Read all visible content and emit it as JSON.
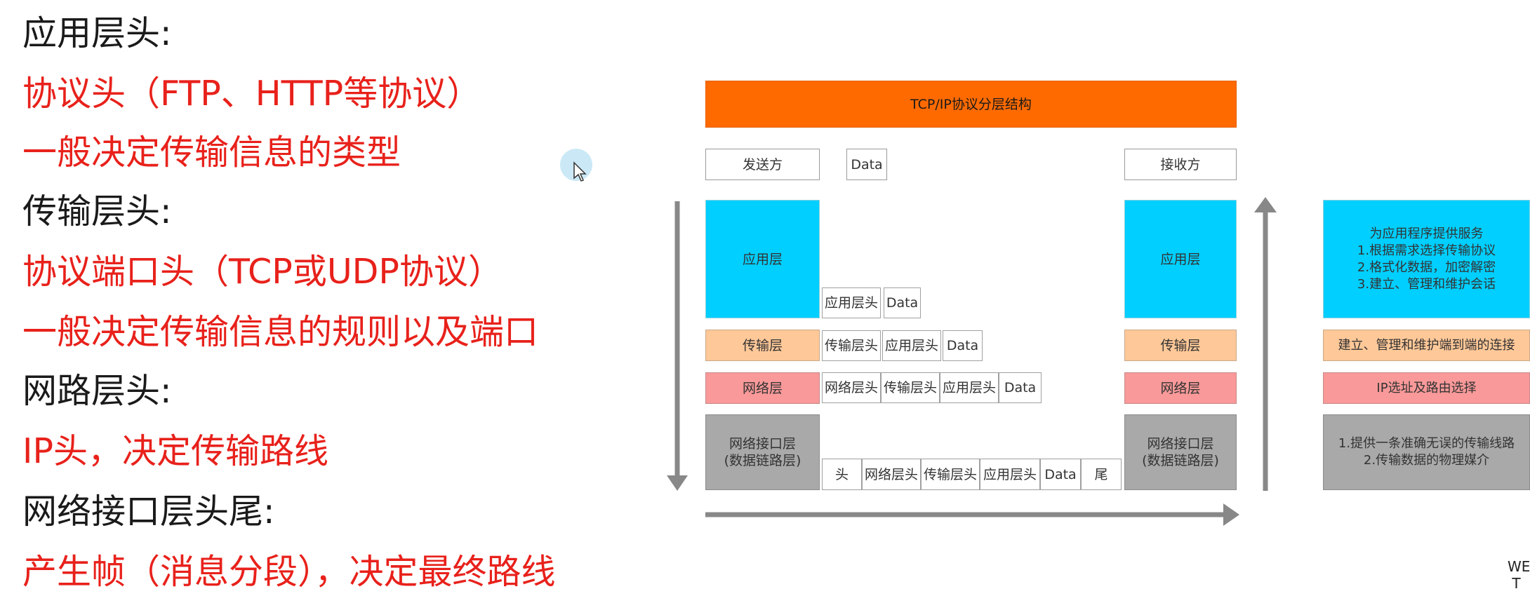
{
  "notes": [
    {
      "text": "应用层头:",
      "style": "black"
    },
    {
      "text": "协议头（FTP、HTTP等协议）",
      "style": "red"
    },
    {
      "text": "一般决定传输信息的类型",
      "style": "red"
    },
    {
      "text": "传输层头:",
      "style": "black"
    },
    {
      "text": "协议端口头（TCP或UDP协议）",
      "style": "red"
    },
    {
      "text": "一般决定传输信息的规则以及端口",
      "style": "red"
    },
    {
      "text": "网路层头:",
      "style": "black"
    },
    {
      "text": "IP头，决定传输路线",
      "style": "red"
    },
    {
      "text": "网络接口层头尾:",
      "style": "black"
    },
    {
      "text": "产生帧（消息分段），决定最终路线",
      "style": "red"
    }
  ],
  "diagram": {
    "title": "TCP/IP协议分层结构",
    "sender": "发送方",
    "receiver": "接收方",
    "data_label": "Data",
    "layers": {
      "app": "应用层",
      "transport": "传输层",
      "network": "网络层",
      "link": "网络接口层\n(数据链路层)"
    },
    "encapsulation": {
      "app_row": [
        "应用层头",
        "Data"
      ],
      "transport_row": [
        "传输层头",
        "应用层头",
        "Data"
      ],
      "network_row": [
        "网络层头",
        "传输层头",
        "应用层头",
        "Data"
      ],
      "link_row": [
        "头",
        "网络层头",
        "传输层头",
        "应用层头",
        "Data",
        "尾"
      ]
    },
    "descriptions": {
      "app": "为应用程序提供服务\n1.根据需求选择传输协议\n2.格式化数据，加密解密\n3.建立、管理和维护会话",
      "transport": "建立、管理和维护端到端的连接",
      "network": "IP选址及路由选择",
      "link": "1.提供一条准确无误的传输线路\n2.传输数据的物理媒介"
    },
    "colors": {
      "title": "#ff6a00",
      "app": "#00cfff",
      "transport": "#ffc898",
      "network": "#f99999",
      "link": "#a9a9a9"
    }
  },
  "watermark": "WE\n T"
}
